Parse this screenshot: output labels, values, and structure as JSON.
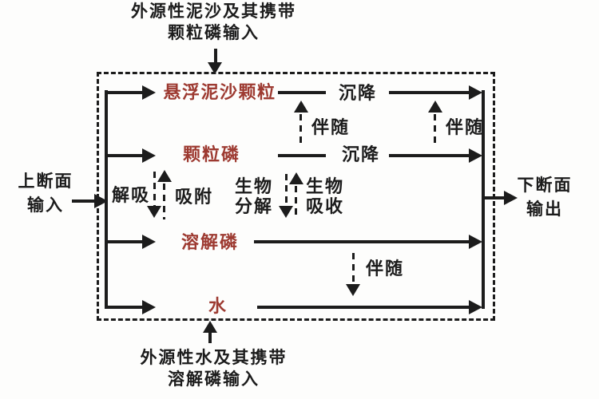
{
  "colors": {
    "text": "#1c1c1c",
    "node_text": "#9d3a31",
    "background": "#fdfdfc"
  },
  "external_inputs": {
    "top": {
      "line1": "外源性泥沙及其携带",
      "line2": "颗粒磷输入"
    },
    "bottom": {
      "line1": "外源性水及其携带",
      "line2": "溶解磷输入"
    },
    "left": {
      "line1": "上断面",
      "line2": "输入"
    },
    "right": {
      "line1": "下断面",
      "line2": "输出"
    }
  },
  "nodes": {
    "suspended_sediment": "悬浮泥沙颗粒",
    "particulate_p": "颗粒磷",
    "dissolved_p": "溶解磷",
    "water": "水"
  },
  "processes": {
    "settling_row1": "沉降",
    "settling_row2": "沉降",
    "accompany_row1_left": "伴随",
    "accompany_row1_right": "伴随",
    "accompany_row3": "伴随",
    "desorption": "解吸",
    "adsorption": "吸附",
    "bio_decomposition_line1": "生物",
    "bio_decomposition_line2": "分解",
    "bio_uptake_line1": "生物",
    "bio_uptake_line2": "吸收"
  }
}
